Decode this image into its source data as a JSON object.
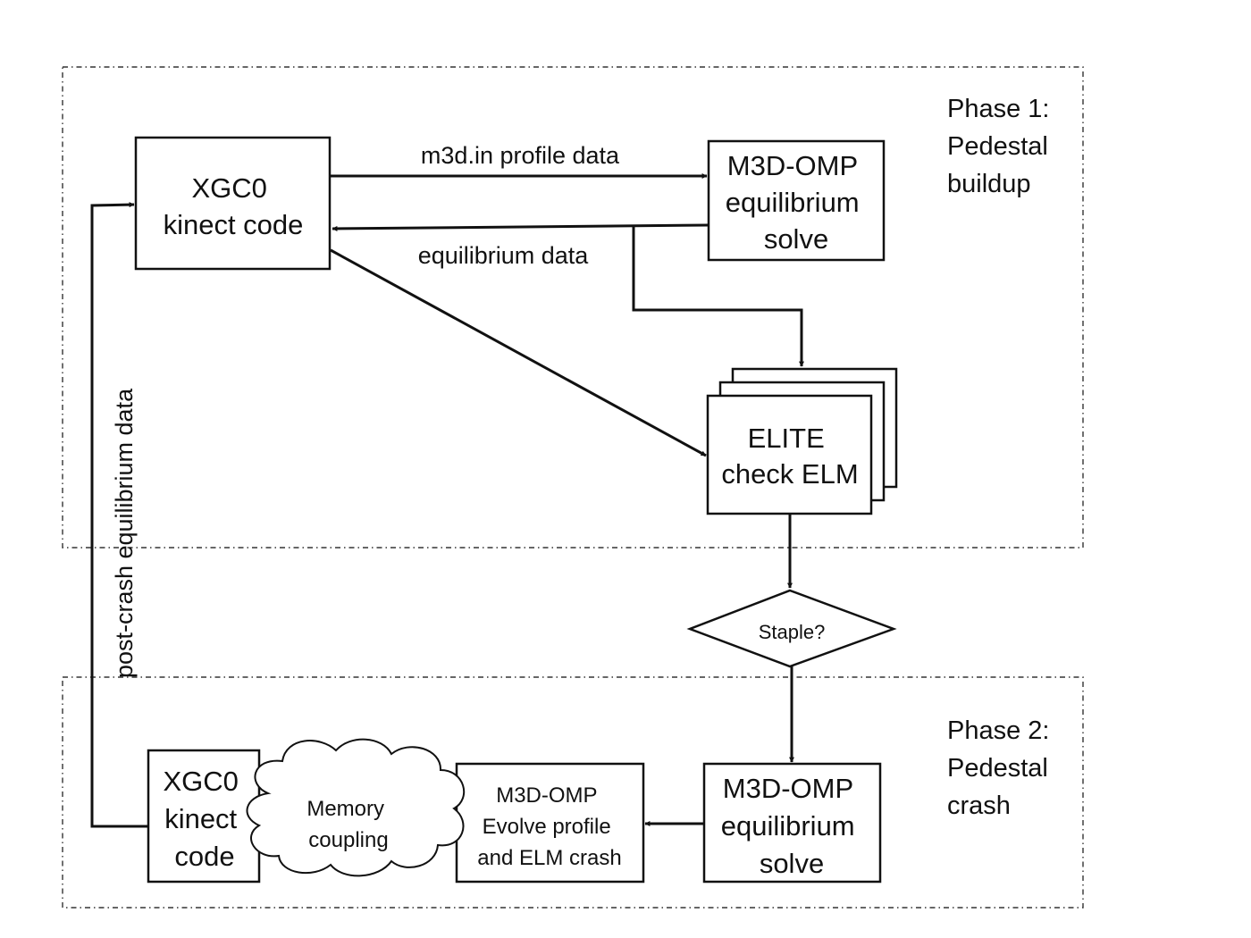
{
  "phases": [
    {
      "label_lines": [
        "Phase 1:",
        "Pedestal",
        "buildup"
      ]
    },
    {
      "label_lines": [
        "Phase 2:",
        "Pedestal",
        "crash"
      ]
    }
  ],
  "nodes": {
    "xgc0_top": {
      "lines": [
        "XGC0",
        "kinect code"
      ]
    },
    "m3d_top": {
      "lines": [
        "M3D-OMP",
        "equilibrium",
        "solve"
      ]
    },
    "elite": {
      "lines": [
        "ELITE",
        "check ELM"
      ]
    },
    "decision": {
      "label": "Staple?"
    },
    "m3d_bottom": {
      "lines": [
        "M3D-OMP",
        "equilibrium",
        "solve"
      ]
    },
    "m3d_evolve": {
      "lines": [
        "M3D-OMP",
        "Evolve profile",
        "and ELM crash"
      ]
    },
    "xgc0_bottom": {
      "lines": [
        "XGC0",
        "kinect",
        "code"
      ]
    },
    "memory": {
      "lines": [
        "Memory",
        "coupling"
      ]
    }
  },
  "edges": {
    "profile_data": "m3d.in profile data",
    "equilibrium_data": "equilibrium data",
    "post_crash": "post-crash equilibrium data"
  }
}
